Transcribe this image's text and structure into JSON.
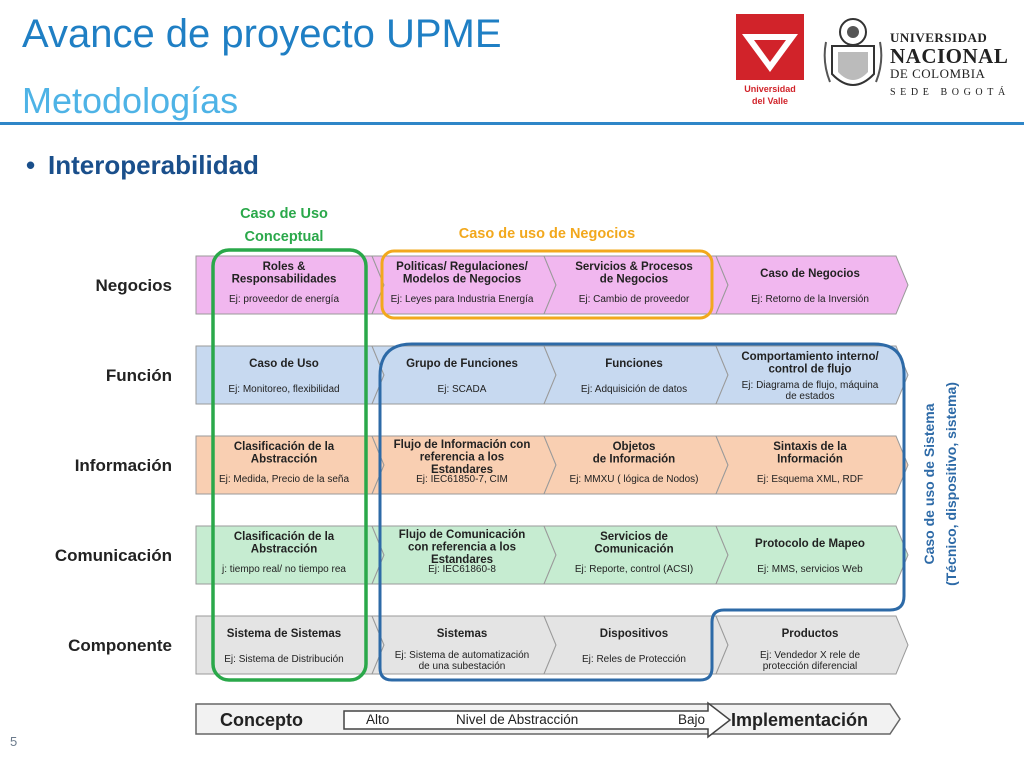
{
  "header": {
    "title": "Avance de proyecto UPME",
    "subtitle": "Metodologías",
    "bullet": "Interoperabilidad",
    "page_number": "5"
  },
  "logos": {
    "univalle_line1": "Universidad",
    "univalle_line2": "del Valle",
    "unal_line1": "UNIVERSIDAD",
    "unal_line2": "NACIONAL",
    "unal_line3": "DE COLOMBIA",
    "unal_line4": "SEDE BOGOTÁ"
  },
  "diagram": {
    "use_case_conceptual": [
      "Caso de Uso",
      "Conceptual"
    ],
    "use_case_business": "Caso de uso de Negocios",
    "use_case_system": [
      "Caso de uso de Sistema",
      "(Técnico, dispositivo, sistema)"
    ],
    "rows": [
      {
        "label": "Negocios",
        "color": "#f1b7ef",
        "cells": [
          {
            "title": [
              "Roles &",
              "Responsabilidades"
            ],
            "example": [
              "Ej: proveedor de energía"
            ]
          },
          {
            "title": [
              "Politicas/ Regulaciones/",
              "Modelos de Negocios"
            ],
            "example": [
              "Ej: Leyes para Industria Energía"
            ]
          },
          {
            "title": [
              "Servicios & Procesos",
              "de Negocios"
            ],
            "example": [
              "Ej: Cambio de proveedor"
            ]
          },
          {
            "title": [
              "Caso de Negocios"
            ],
            "example": [
              "Ej: Retorno de la Inversión"
            ]
          }
        ]
      },
      {
        "label": "Función",
        "color": "#c7d9f0",
        "cells": [
          {
            "title": [
              "Caso de Uso"
            ],
            "example": [
              "Ej: Monitoreo, flexibilidad"
            ]
          },
          {
            "title": [
              "Grupo de Funciones"
            ],
            "example": [
              "Ej: SCADA"
            ]
          },
          {
            "title": [
              "Funciones"
            ],
            "example": [
              "Ej: Adquisición de datos"
            ]
          },
          {
            "title": [
              "Comportamiento interno/",
              "control de flujo"
            ],
            "example": [
              "Ej: Diagrama de flujo, máquina",
              "de estados"
            ]
          }
        ]
      },
      {
        "label": "Información",
        "color": "#f9cfb2",
        "cells": [
          {
            "title": [
              "Clasificación de la",
              "Abstracción"
            ],
            "example": [
              "Ej: Medida, Precio de la seña"
            ]
          },
          {
            "title": [
              "Flujo de Información con",
              "referencia a los",
              "Estandares"
            ],
            "example": [
              "Ej: IEC61850-7, CIM"
            ]
          },
          {
            "title": [
              "Objetos",
              "de Información"
            ],
            "example": [
              "Ej: MMXU ( lógica de Nodos)"
            ]
          },
          {
            "title": [
              "Sintaxis de la",
              "Información"
            ],
            "example": [
              "Ej: Esquema XML, RDF"
            ]
          }
        ]
      },
      {
        "label": "Comunicación",
        "color": "#c6ecd1",
        "cells": [
          {
            "title": [
              "Clasificación de la",
              "Abstracción"
            ],
            "example": [
              "j: tiempo real/ no tiempo rea"
            ]
          },
          {
            "title": [
              "Flujo de Comunicación",
              "con referencia a los",
              "Estandares"
            ],
            "example": [
              "Ej: IEC61860-8"
            ]
          },
          {
            "title": [
              "Servicios de",
              "Comunicación"
            ],
            "example": [
              "Ej: Reporte, control  (ACSI)"
            ]
          },
          {
            "title": [
              "Protocolo de Mapeo"
            ],
            "example": [
              "Ej: MMS, servicios Web"
            ]
          }
        ]
      },
      {
        "label": "Componente",
        "color": "#e4e4e4",
        "cells": [
          {
            "title": [
              "Sistema de Sistemas"
            ],
            "example": [
              "Ej: Sistema de Distribución"
            ]
          },
          {
            "title": [
              "Sistemas"
            ],
            "example": [
              "Ej: Sistema de automatización",
              "de una subestación"
            ]
          },
          {
            "title": [
              "Dispositivos"
            ],
            "example": [
              "Ej: Reles de Protección"
            ]
          },
          {
            "title": [
              "Productos"
            ],
            "example": [
              "Ej: Vendedor X rele de",
              "protección diferencial"
            ]
          }
        ]
      }
    ],
    "bottom_bar": {
      "start": "Concepto",
      "high": "Alto",
      "middle": "Nivel de Abstracción",
      "low": "Bajo",
      "end": "Implementación"
    },
    "colors": {
      "green_frame": "#2aa84a",
      "orange_frame": "#f2a81d",
      "blue_frame": "#2d6aa7"
    }
  }
}
